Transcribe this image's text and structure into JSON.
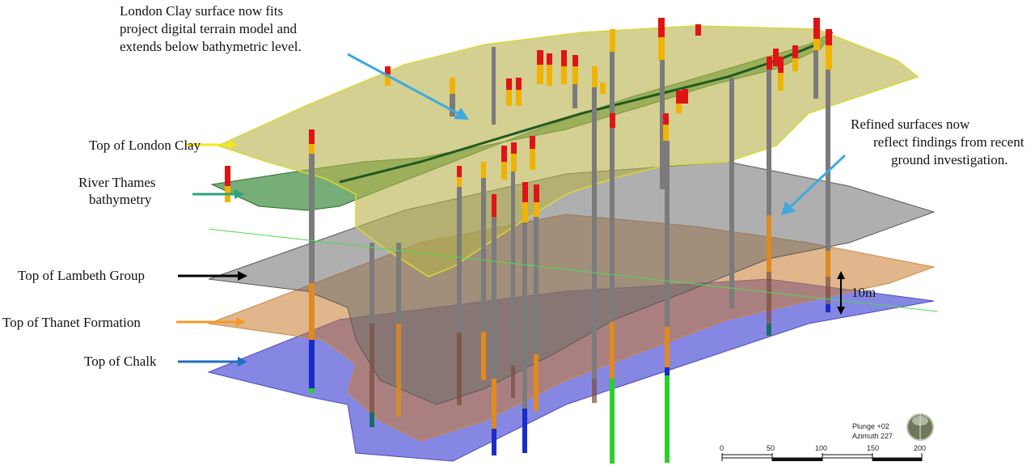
{
  "annotations": {
    "london_clay_note": [
      "London Clay surface now fits",
      "project digital terrain model and",
      "extends below bathymetric level."
    ],
    "refined_note": [
      "Refined surfaces now",
      "reflect findings from recent",
      "ground investigation."
    ],
    "scale_marker": "10m"
  },
  "layers": {
    "london_clay": {
      "label": "Top of London Clay",
      "arrow_color": "#f4e61a"
    },
    "bathymetry": {
      "label_lines": [
        "River Thames",
        "bathymetry"
      ],
      "arrow_color": "#2aa57a"
    },
    "lambeth": {
      "label": "Top of Lambeth Group",
      "arrow_color": "#000000"
    },
    "thanet": {
      "label": "Top of Thanet Formation",
      "arrow_color": "#f39a2c"
    },
    "chalk": {
      "label": "Top of Chalk",
      "arrow_color": "#1f6fc2"
    }
  },
  "orientation": {
    "plunge": "Plunge +02",
    "azimuth": "Azimuth 227"
  },
  "scale_bar": {
    "ticks": [
      "0",
      "50",
      "100",
      "150",
      "200"
    ]
  },
  "colors": {
    "pointer_arrow": "#3fa9e0"
  }
}
